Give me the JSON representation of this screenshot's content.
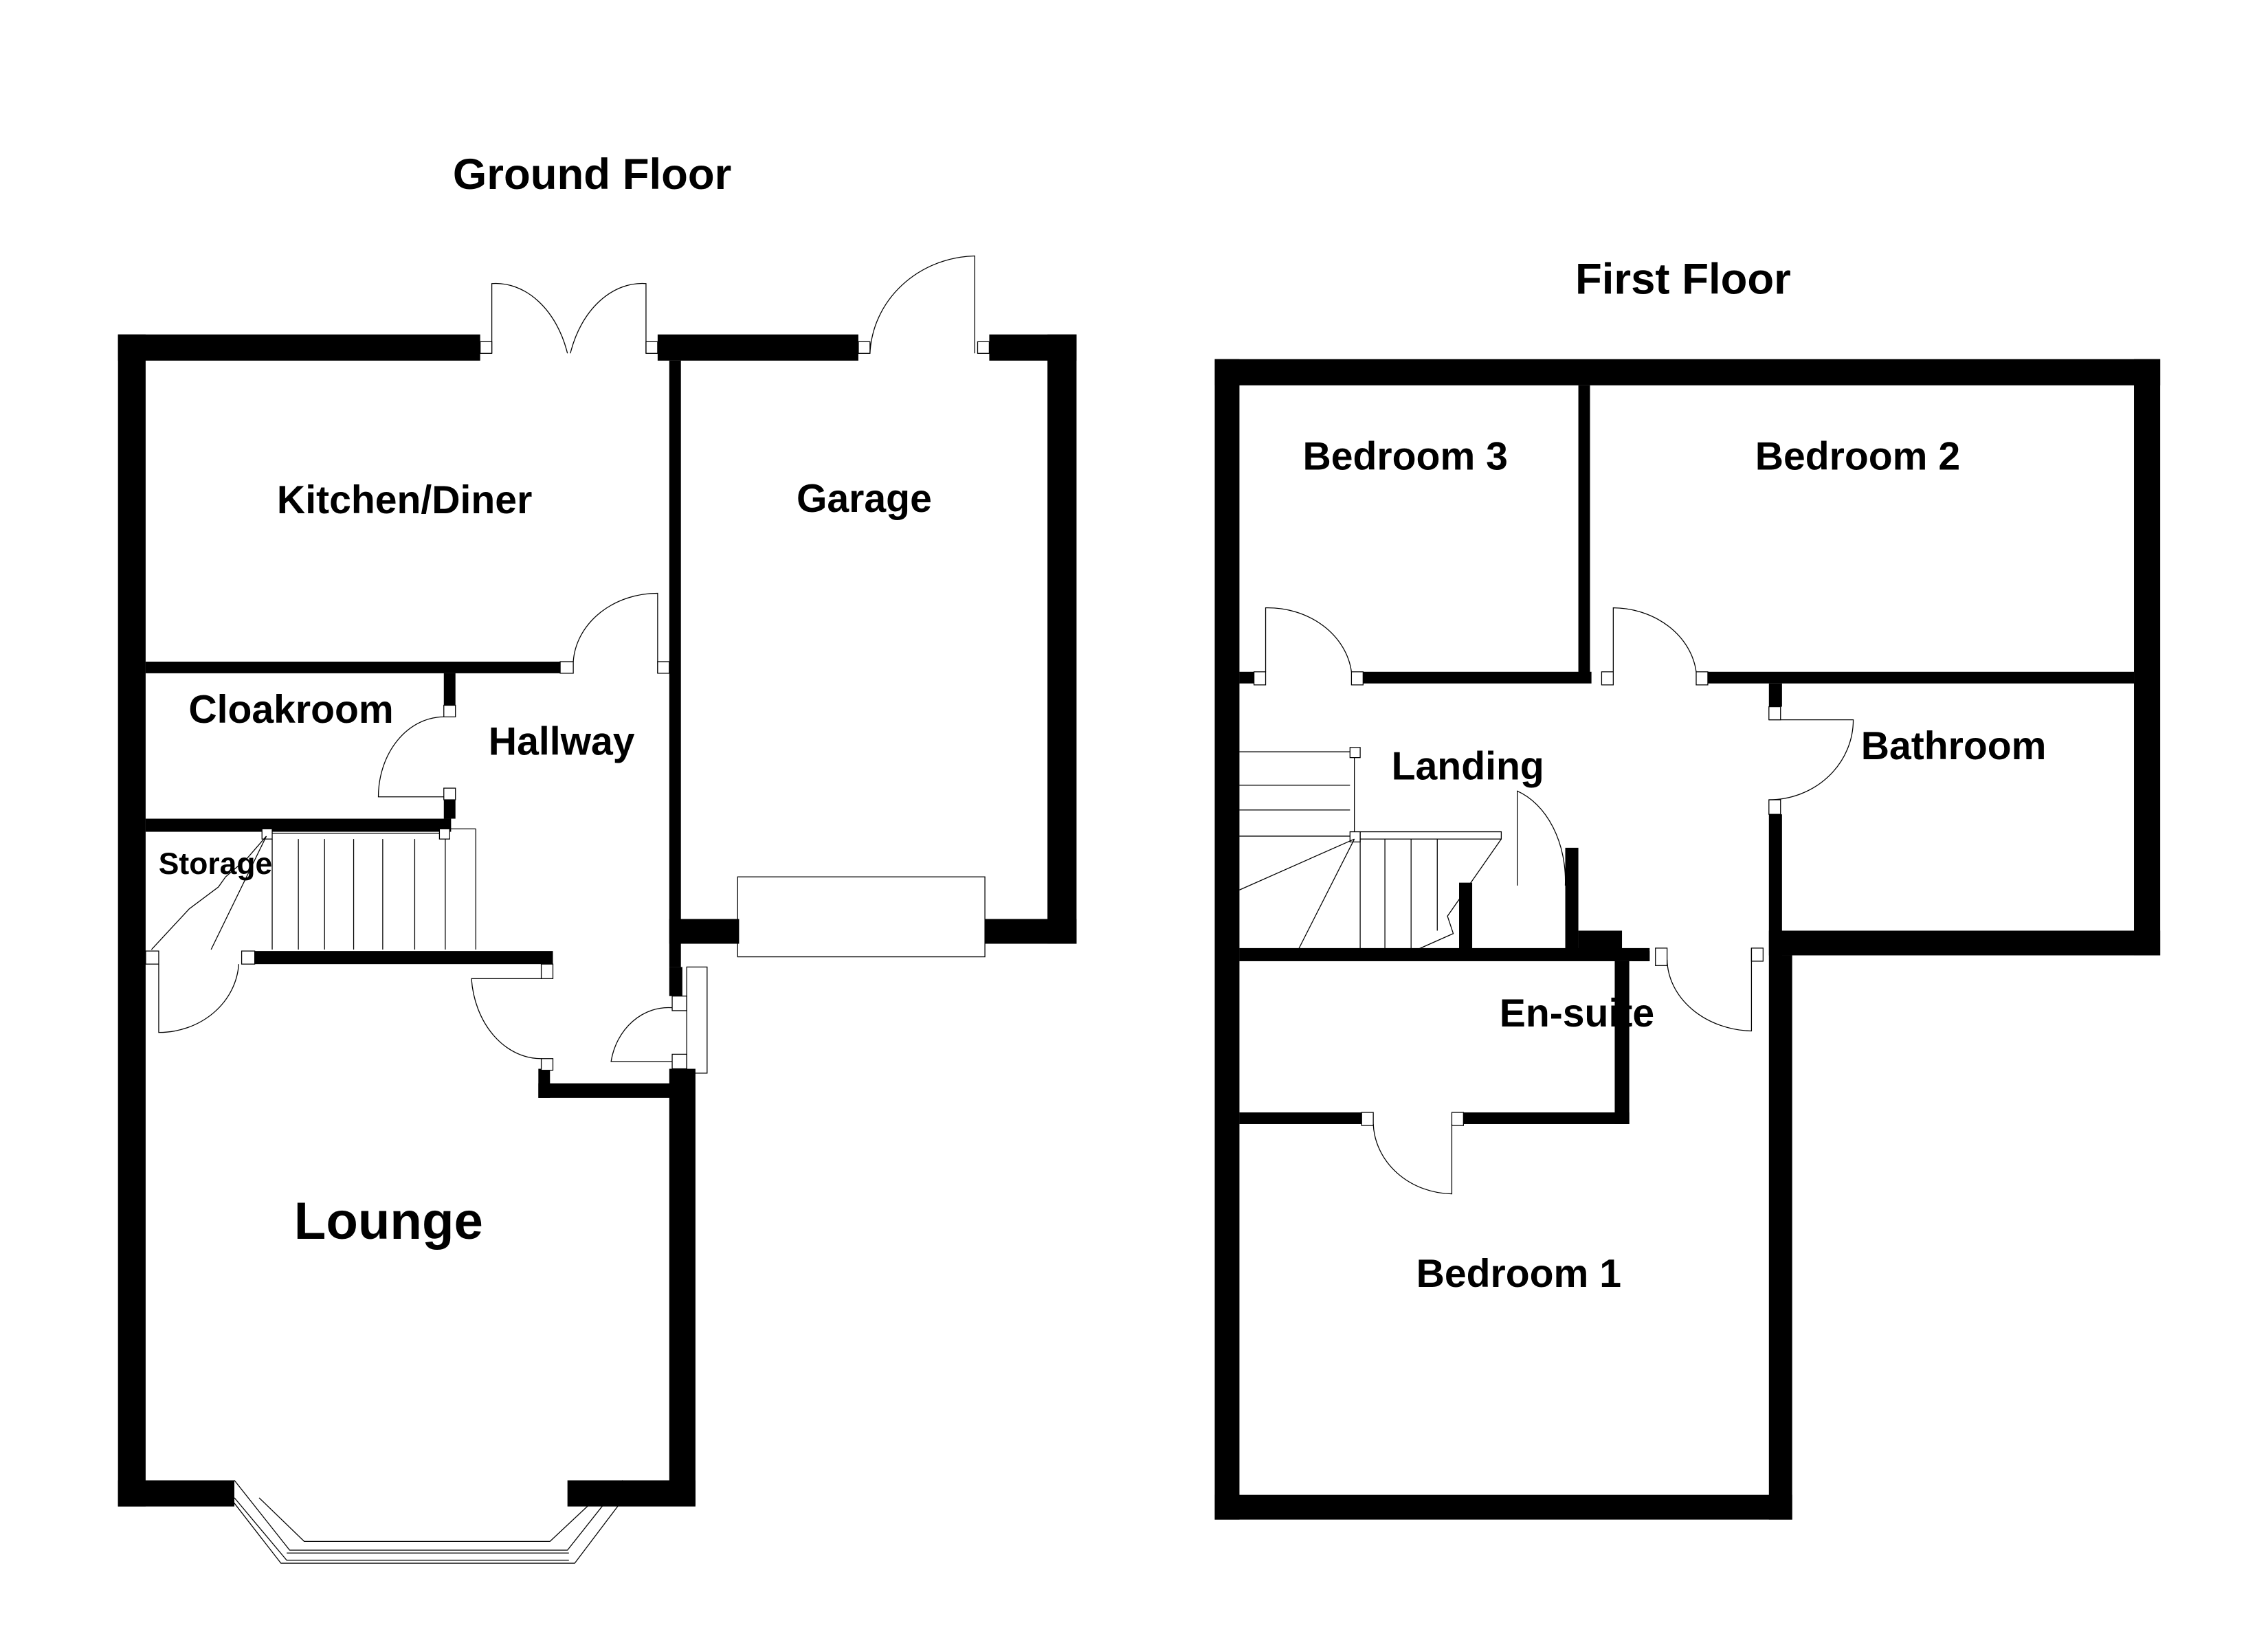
{
  "ground_floor": {
    "title": "Ground Floor",
    "rooms": {
      "kitchen": "Kitchen/Diner",
      "garage": "Garage",
      "cloakroom": "Cloakroom",
      "hallway": "Hallway",
      "storage": "Storage",
      "lounge": "Lounge"
    }
  },
  "first_floor": {
    "title": "First Floor",
    "rooms": {
      "bedroom3": "Bedroom 3",
      "bedroom2": "Bedroom 2",
      "landing": "Landing",
      "bathroom": "Bathroom",
      "ensuite": "En-suite",
      "bedroom1": "Bedroom 1"
    }
  },
  "colors": {
    "wall": "#000000",
    "background": "#ffffff"
  }
}
